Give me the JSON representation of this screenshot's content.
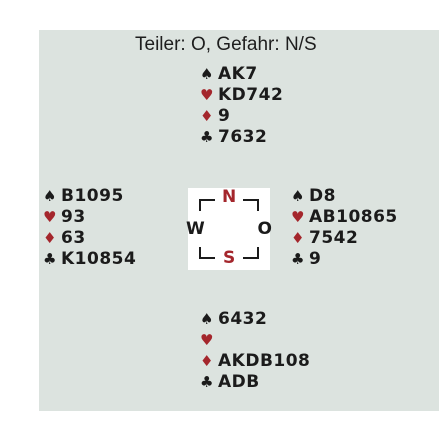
{
  "header": {
    "title": "Teiler: O, Gefahr: N/S"
  },
  "colors": {
    "background": "#dce3df",
    "red_suit": "#a4262c",
    "black_suit": "#1b1b1b"
  },
  "compass": {
    "north": "N",
    "south": "S",
    "west": "W",
    "east": "O"
  },
  "hands": {
    "north": {
      "spades": "AK7",
      "hearts": "KD742",
      "diamonds": "9",
      "clubs": "7632"
    },
    "west": {
      "spades": "B1095",
      "hearts": "93",
      "diamonds": "63",
      "clubs": "K10854"
    },
    "east": {
      "spades": "D8",
      "hearts": "AB10865",
      "diamonds": "7542",
      "clubs": "9"
    },
    "south": {
      "spades": "6432",
      "hearts": "",
      "diamonds": "AKDB108",
      "clubs": "ADB"
    }
  },
  "suits": {
    "spades": "♠",
    "hearts": "♥",
    "diamonds": "♦",
    "clubs": "♣"
  }
}
